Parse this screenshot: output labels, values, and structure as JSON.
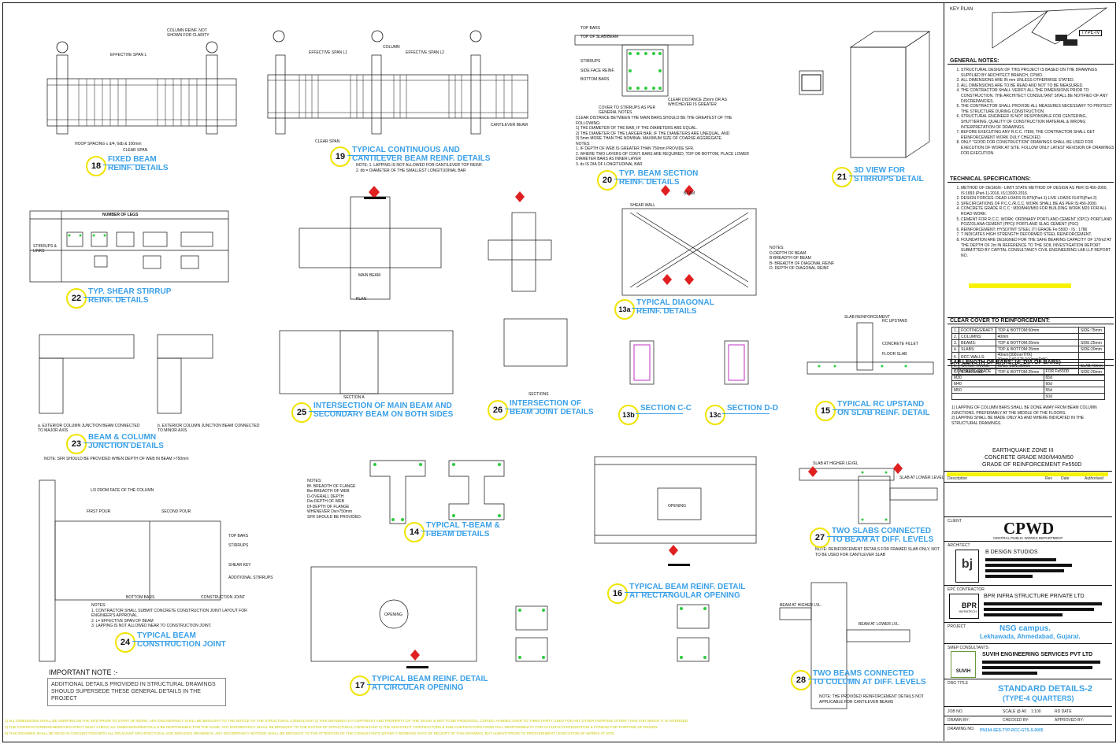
{
  "details": [
    {
      "num": "18",
      "title": "FIXED BEAM\nREINF. DETAILS"
    },
    {
      "num": "19",
      "title": "TYPICAL CONTINUOUS AND\nCANTILEVER BEAM REINF. DETAILS"
    },
    {
      "num": "20",
      "title": "TYP. BEAM SECTION\nREINF. DETAILS"
    },
    {
      "num": "21",
      "title": "3D VIEW FOR\nSTIRRUPS DETAIL"
    },
    {
      "num": "22",
      "title": "TYP. SHEAR STIRRUP\nREINF. DETAILS"
    },
    {
      "num": "13a",
      "title": "TYPICAL DIAGONAL\nREINF. DETAILS"
    },
    {
      "num": "23",
      "title": "BEAM & COLUMN\nJUNCTION DETAILS"
    },
    {
      "num": "25",
      "title": "INTERSECTION OF MAIN BEAM AND\nSECONDARY BEAM ON BOTH SIDES"
    },
    {
      "num": "26",
      "title": "INTERSECTION OF\nBEAM JOINT DETAILS"
    },
    {
      "num": "13b",
      "title": "SECTION C-C"
    },
    {
      "num": "13c",
      "title": "SECTION D-D"
    },
    {
      "num": "15",
      "title": "TYPICAL RC UPSTAND\nON SLAB REINF. DETAIL"
    },
    {
      "num": "14",
      "title": "TYPICAL T-BEAM &\nI-BEAM DETAILS"
    },
    {
      "num": "27",
      "title": "TWO SLABS CONNECTED\nTO BEAM AT DIFF. LEVELS"
    },
    {
      "num": "24",
      "title": "TYPICAL BEAM\nCONSTRUCTION JOINT"
    },
    {
      "num": "16",
      "title": "TYPICAL BEAM REINF. DETAIL\nAT RECTANGULAR OPENING"
    },
    {
      "num": "17",
      "title": "TYPICAL BEAM REINF. DETAIL\nAT CIRCULAR OPENING"
    },
    {
      "num": "28",
      "title": "TWO BEAMS CONNECTED\nTO COLUMN AT DIFF. LEVELS"
    }
  ],
  "labels": {
    "effective_span_l": "EFFECTIVE SPAN L",
    "effective_span_l1": "EFFECTIVE SPAN L1",
    "effective_span_l2": "EFFECTIVE SPAN L2",
    "column": "COLUMN",
    "clear_span": "CLEAR SPAN",
    "column_reinf_note": "COLUMN REINF. NOT SHOWN FOR CLARITY",
    "hoop_spacing": "HOOP SPACING ≤ d/4, 6db & 100mm",
    "cantilever_beam": "CANTILEVER BEAM",
    "number_of_legs": "NUMBER OF LEGS",
    "stirrups_links": "STIRRUPS & LINKS",
    "top_of_slab_beam": "TOP OF SLAB/BEAM",
    "top_bars": "TOP BARS",
    "stirrups": "STIRRUPS",
    "side_face_reinf": "SIDE FACE REINF.",
    "bottom_bars": "BOTTOM BARS",
    "cover_to_stirrups": "COVER TO STIRRUPS AS PER GENERAL NOTES",
    "clear_distance": "CLEAR DISTANCE 25mm OR AS WHICHEVER IS GREATER",
    "main_beam": "MAIN BEAM",
    "section_a": "SECTION A",
    "plan": "PLAN",
    "sections": "SECTIONS",
    "shear_wall": "SHEAR WALL",
    "beam": "BEAM",
    "slab_reinforcement": "SLAB REINFORCEMENT",
    "rc_upstand": "RC UPSTAND",
    "concrete_fillet": "CONCRETE FILLET",
    "floor_slab": "FLOOR SLAB",
    "first_pour": "FIRST POUR",
    "second_pour": "SECOND POUR",
    "shear_key": "SHEAR KEY",
    "additional_stirrups": "ADDITIONAL STIRRUPS",
    "construction_joint": "CONSTRUCTION JOINT",
    "l3_from_face": "L/3 FROM FACE OF THE COLUMN",
    "opening": "OPENING",
    "slab_at_higher_level": "SLAB AT HIGHER LEVEL",
    "slab_at_lower_level": "SLAB AT LOWER LEVEL",
    "beam_at_higher_lvl": "BEAM AT HIGHER LVL.",
    "beam_at_lower_lvl": "BEAM AT LOWER LVL.",
    "sfr_note": "NOTE: SFR SHOULD BE PROVIDED WHEN DEPTH OF WEB IN BEAM >750mm",
    "exterior_major": "a. EXTERIOR COLUMN JUNCTION BEAM CONNECTED TO MAJOR AXIS",
    "exterior_minor": "b. EXTERIOR COLUMN JUNCTION BEAM CONNECTED TO MINOR AXIS",
    "notes_d": "NOTES:\nD-DEPTH OF BEAM\nB-BREADTH OF BEAM\nB- BREADTH OF DIAGONAL REINF\nD- DEPTH OF DIAGONAL REINF",
    "notes_bf": "NOTES:\nBf- BREADTH OF FLANGE\nBw-BREADTH OF WEB\nD-OVERALL DEPTH\nDw-DEPTH OF WEB\nDf-DEPTH OF FLANGE\nWHENEVER Dw>750mm\nSFR SHOULD BE PROVIDED.",
    "note_19": "NOTE: 1. LAPPING IS NOT ALLOWED FOR CANTILEVER TOP REINF.\n2. db = DIAMETER OF THE SMALLEST LONGITUDINAL BAR",
    "note_24": "NOTES:\n1. CONTRACTOR SHALL SUBMIT CONCRETE CONSTRUCTION JOINT LAYOUT FOR ENGINEER'S APPROVAL.\n2. L= EFFECTIVE SPAN OF BEAM\n3. LAPPING IS NOT ALLOWED NEAR TO CONSTRUCTION JOINT.",
    "note_20": "CLEAR DISTANCE BETWEEN THE MAIN BARS SHOULD BE THE GREATEST OF THE FOLLOWING:\n1) THE DIAMETER OF THE BAR, IF THE DIAMETERS ARE EQUAL.\n2) THE DIAMETER OF THE LARGER BAR, IF THE DIAMETERS ARE UNEQUAL, AND\n3) 5mm MORE THAN THE NOMINAL MAXIMUM SIZE OF COARSE AGGREGATE.\nNOTES:\n1. IF DEPTH OF WEB IS GREATER THAN 750mm PROVIDE SFR.\n2. WHERE TWO LAYERS OF CONT. BARS ARE REQUIRED, TOP OR BOTTOM, PLACE LOWER DIAMETER BARS AS INNER LAYER\n3. ds IS DIA OF LONGITUDINAL BAR",
    "note_27": "NOTE: REINFORCEMENT DETAILS FOR FRAMED SLAB ONLY, NOT TO BE USED FOR CANTILEVER SLAB",
    "note_28": "NOTE: THE PROVIDED REINFORCEMENT DETAILS NOT APPLICABLE FOR CANTILEVER BEAMS",
    "important_note_title": "IMPORTANT NOTE :-",
    "important_note_text": "ADDITIONAL DETAILS PROVIDED IN STRUCTURAL DRAWINGS SHOULD SUPERSEDE THESE GENERAL DETAILS IN THE PROJECT"
  },
  "title_block": {
    "key_plan": "KEY PLAN",
    "type": "TYPE-IV",
    "general_notes_title": "GENERAL NOTES:",
    "general_notes": [
      "STRUCTURAL DESIGN OF THIS PROJECT IS BASED ON THE DRAWINGS SUPPLIED BY ARCHITECT BRANCH, CPWD.",
      "ALL DIMENSIONS ARE IN mm UNLESS OTHERWISE STATED.",
      "ALL DIMENSIONS ARE TO BE READ AND NOT TO BE MEASURED.",
      "THE CONTRACTOR SHALL VERIFY ALL THE DIMENSIONS PRIOR TO CONSTRUCTION. THE ARCHITECT CONSULTANT SHALL BE NOTIFIED OF ANY DISCREPANCIES.",
      "THE CONTRACTOR SHALL PROVIDE ALL MEASURES NECESSARY TO PROTECT THE STRUCTURE DURING CONSTRUCTION.",
      "STRUCTURAL ENGINEER IS NOT RESPONSIBLE FOR CENTERING, SHUTTERING, QUALITY OF CONSTRUCTION MATERIAL & WRONG INTERPRETATION OF DRAWINGS.",
      "BEFORE EXECUTING ANY R.C.C. ITEM, THE CONTRACTOR SHALL GET REINFORCEMENT WORK DULY CHECKED.",
      "ONLY \"GOOD FOR CONSTRUCTION\" DRAWINGS SHALL BE USED FOR EXECUTION OF WORK AT SITE. FOLLOW ONLY LATEST REVISION OF DRAWINGS FOR EXECUTION."
    ],
    "technical_specs_title": "TECHNICAL SPECIFICATIONS:",
    "technical_specs": [
      "METHOD OF DESIGN:- LIMIT STATE METHOD OF DESIGN AS PER IS:456-2000, IS:1893 (Part-1)-2016, IS:13920-2016.",
      "DESIGN FORCES: DEAD LOADS IS:875(Part-1) LIVE LOADS IS:875(Part-2)",
      "SPECIFICATIONS OF P.C.C./R.C.C. WORK SHALL BE AS PER IS:456-2000.",
      "CONCRETE GRADE R.C.C : M30/M40/M50 FOR BUILDING WORK M20 FOR ALL ROAD WORK.",
      "CEMENT FOR R.C.C. WORK: ORDINARY PORTLAND CEMENT (OPC)/ PORTLAND POZZOLANA CEMENT (PPC)/ PORTLAND SLAG CEMENT (PSC)",
      "REINFORCEMENT: HYSD/TMT STEEL (T) GRADE Fe 550D - IS : 1786",
      "T INDICATES HIGH STRENGTH DEFORMED STEEL REINFORCEMENT.",
      "FOUNDATION ARE DESIGNED FOR THE SAFE BEARING CAPACITY OF 17t/m2 AT THE DEPTH OF 2m IN REFERENCE TO THE SOIL INVESTIGATION REPORT SUBMITTED BY CAPITAL CONSULTANCY CIVIL ENGINEERING LAB LLP REPORT NO."
    ],
    "clear_cover_title": "CLEAR COVER TO REINFORCEMENT:",
    "clear_cover": [
      [
        "1.",
        "FOOTINGS/RAFT:",
        "TOP & BOTTOM:50mm",
        "SIDE:75mm"
      ],
      [
        "2.",
        "COLUMNS:",
        "40mm",
        ""
      ],
      [
        "3.",
        "BEAMS:",
        "TOP & BOTTOM:25mm",
        "SIDE:25mm"
      ],
      [
        "4.",
        "SLABS:",
        "TOP & BOTTOM:25mm",
        "SIDE:20mm"
      ],
      [
        "5.",
        "RCC WALLS:",
        "40mm(300mmTHK) 30mm(180/125/100mmTHK)",
        ""
      ],
      [
        "6.",
        "WATER TANKS:",
        "WALL SIDE:30mm",
        "SLAB:40mm"
      ],
      [
        "7.",
        "STAIRCASE:",
        "TOP & BOTTOM:25mm",
        "SIDE:20mm"
      ]
    ],
    "lap_title": "LAP LENGTH OF BARS: (d- DIA OF BARS)",
    "lap_head": [
      "CONCRETE GRADE",
      "FOR Fe550D"
    ],
    "lap_rows": [
      [
        "M30",
        "65d"
      ],
      [
        "M40",
        "60d"
      ],
      [
        "M50",
        "55d"
      ],
      [
        "",
        "50d"
      ]
    ],
    "lap_notes": "1) LAPPING OF COLUMN BARS SHALL BE DONE AWAY FROM BEAM COLUMN JUNCTIONS. PREFERABLY AT THE MIDDLE OF THE FLOORS.\n2) LAPPING SHALL BE MADE ONLY AS AND WHERE INDICATED IN THE STRUCTURAL DRAWINGS.",
    "earthquake": "EARTHQUAKE ZONE III",
    "concrete_grade": "CONCRETE GRADE M30/M40/M50",
    "grade_reinf": "GRADE OF REINFORCEMENT Fe550D",
    "rev_head": [
      "Description",
      "Rev",
      "Date",
      "Authorised"
    ],
    "client_label": "CLIENT",
    "client_name": "CPWD",
    "client_sub": "CENTRAL PUBLIC WORKS DEPARTMENT",
    "architect_label": "ARCHITECT",
    "architect_name": "B DESIGN STUDIOS",
    "epc_label": "EPC CONTRACTOR",
    "epc_name": "BPR INFRA STRUCTURE PRIVATE LTD",
    "epc_logo": "BPR",
    "epc_logo_sub": "INFRATECH",
    "project_label": "PROJECT",
    "project_name": "NSG campus.",
    "project_loc": "Lekhawada, Ahmedabad, Gujarat.",
    "consultant_label": "SMEP CONSULTANTS",
    "consultant_name": "SUVIH ENGINEERING SERVICES PVT LTD",
    "consultant_logo": "SUVIH",
    "drg_title_label": "DRG TITLE",
    "drg_title": "STANDARD DETAILS-2",
    "drg_sub": "(TYPE-4 QUARTERS)",
    "job_no_label": "JOB NO.",
    "scale_label": "SCALE @ A0",
    "scale_value": "1:100",
    "rd_date_label": "RD DATE",
    "drawn_by_label": "DRAWN BY:",
    "checked_by_label": "CHECKED BY:",
    "approved_by_label": "APPROVED BY:",
    "drawing_no_label": "DRAWING NO.",
    "drawing_no": "PN194-SES-TYP-RCC-GTS-S-0005",
    "architect_logo": "bj"
  },
  "footer": [
    "1) ALL DIMENSIONS SHALL BE VERIFIED ON THE SITE PRIOR TO START OF WORK. ANY DISCREPANCY SHALL BE BROUGHT TO THE NOTICE OF THE STRUCTURAL CONSULTANT   2) THIS DRAWING IS A COPYRIGHT AND PROPERTY OF THE 'SUVIH' & NOT TO BE PRODUCED, COPIED, HANDED OVER TO THIRD PARTY USED FOR ANY OTHER PURPOSE OTHER THAN FOR WHICH IT IS INTENDED.",
    "3) THE CONTRACTOR/ENGINEER/ARCHITECT MUST CHECK ALL DIMENSIONS/DETAILS & BE RESPONSIBLE FOR THE SAME. ANY DISCREPANCY SHALL BE BROUGHT TO THE NOTICE OF STRUCTURAL CONSULTANT   4) THE ARCHITECT, CONTRACTORS & SUB-CONTRACTORS FROM FULL RESPONSIBILITY FOR ACCURACY/INTEGRATION & FITNESS FOR PURPOSE OF DESIGN.",
    "5) THIS DRAWING SHALL BE READ IN CONJUNCTION WITH ALL RELEVANT ARCHITECTURAL AND SERVICES DRAWINGS. ANY DISCREPANCY NOTICED SHALL BE BROUGHT TO THE ATTENTION OF THE CONSULTANTS WITHIN 7 WORKING DAYS OF RECEIPT OF THIS DRAWING, BUT ALWAYS PRIOR TO PROCUREMENT / EXECUTION OF WORKS AT SITE."
  ],
  "colors": {
    "caption": "#3aa0e8",
    "circle": "#f0e400",
    "bar_green": "#2ecc40",
    "stirrup_magenta": "#c030c0",
    "marker_red": "#e02020",
    "footer": "#c8c800"
  }
}
